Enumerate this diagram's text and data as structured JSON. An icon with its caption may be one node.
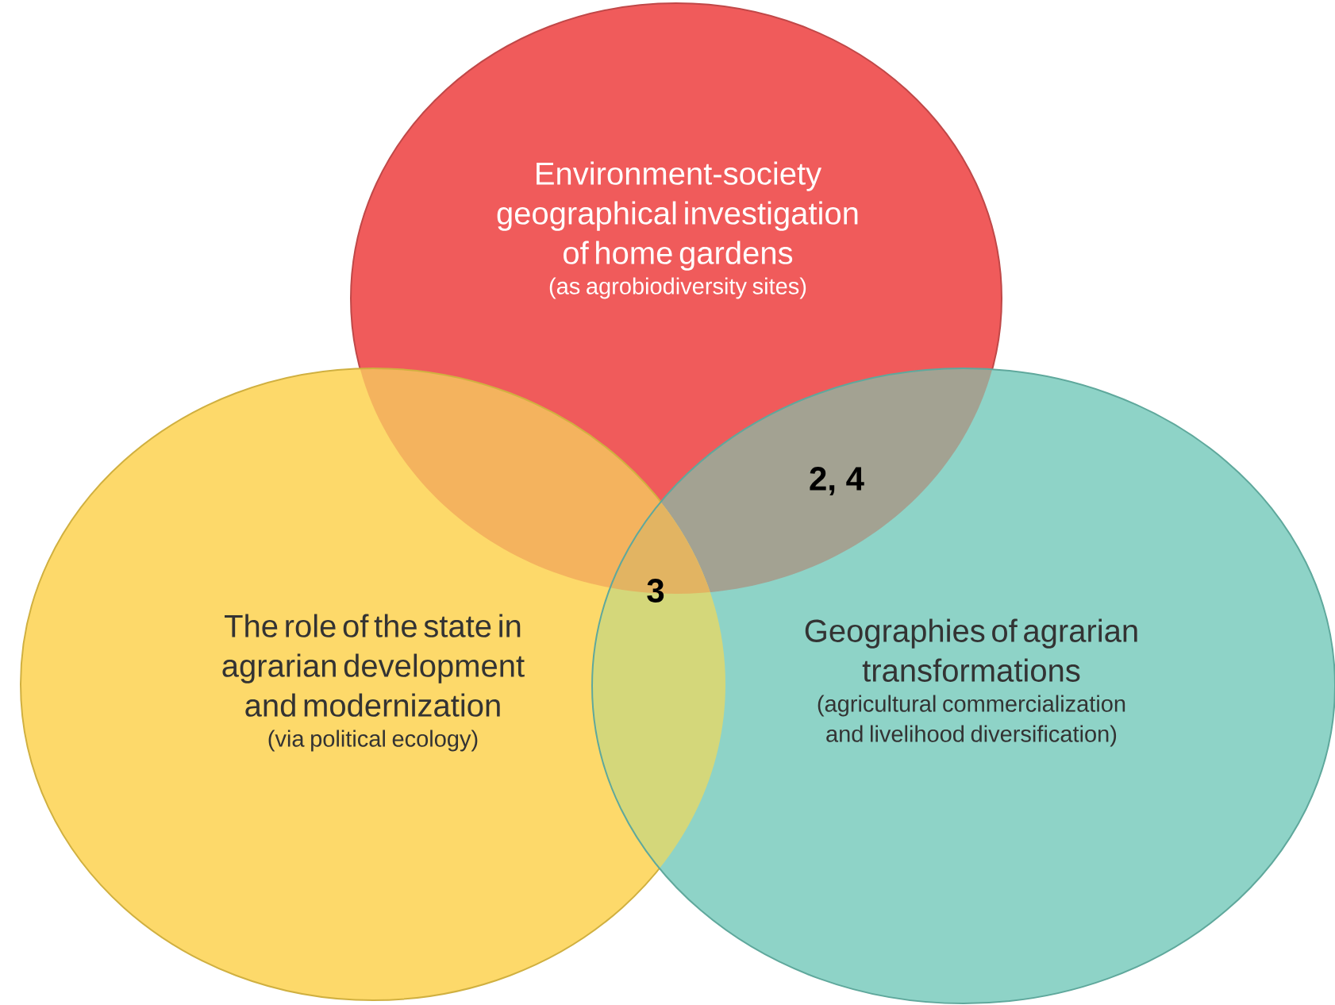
{
  "diagram": {
    "nodes": [
      {
        "text": [
          "Environment-society geographical investigation of home gardens",
          "(as agrobiodiversity sites)"
        ]
      },
      {
        "text": [
          "The role of the state in agrarian development and modernization",
          "(via political ecology)"
        ]
      },
      {
        "text": [
          "Geographies of agrarian transformations",
          "(agricultural commercialization and livelihood diversification)"
        ]
      }
    ],
    "labels": [
      "2, 4",
      "3"
    ]
  }
}
